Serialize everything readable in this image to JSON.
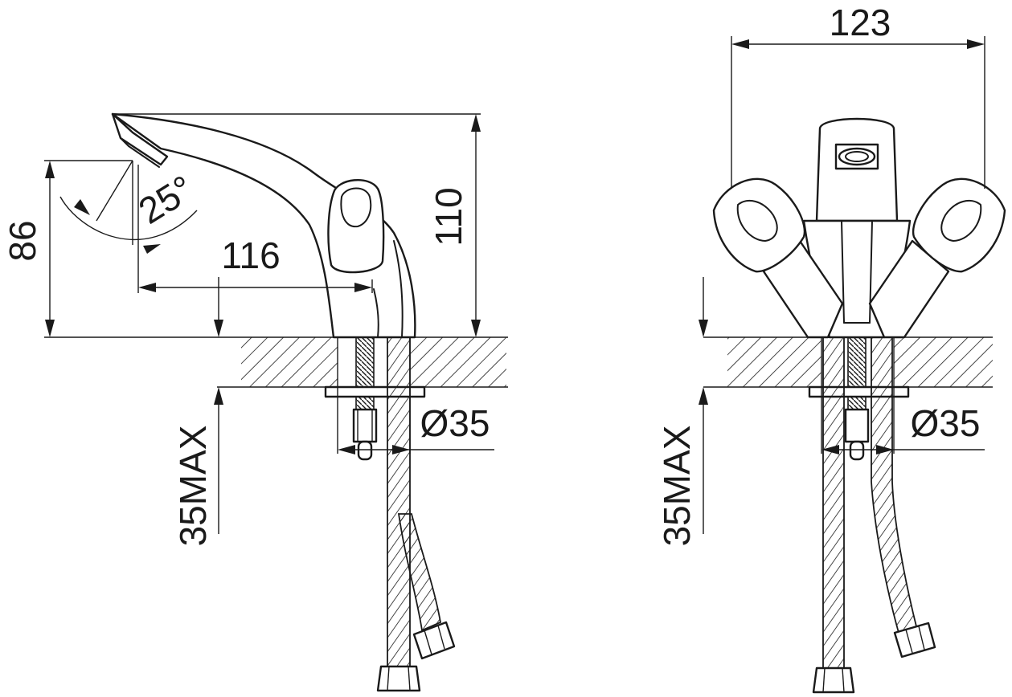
{
  "views": {
    "side": {
      "dimensions": {
        "spout_height": "86",
        "total_height": "110",
        "reach": "116",
        "spout_angle": "25°",
        "hole_diameter": "Ø35",
        "max_counter_thickness": "35MAX"
      }
    },
    "front": {
      "dimensions": {
        "handle_width": "123",
        "hole_diameter": "Ø35",
        "max_counter_thickness": "35MAX"
      }
    }
  }
}
